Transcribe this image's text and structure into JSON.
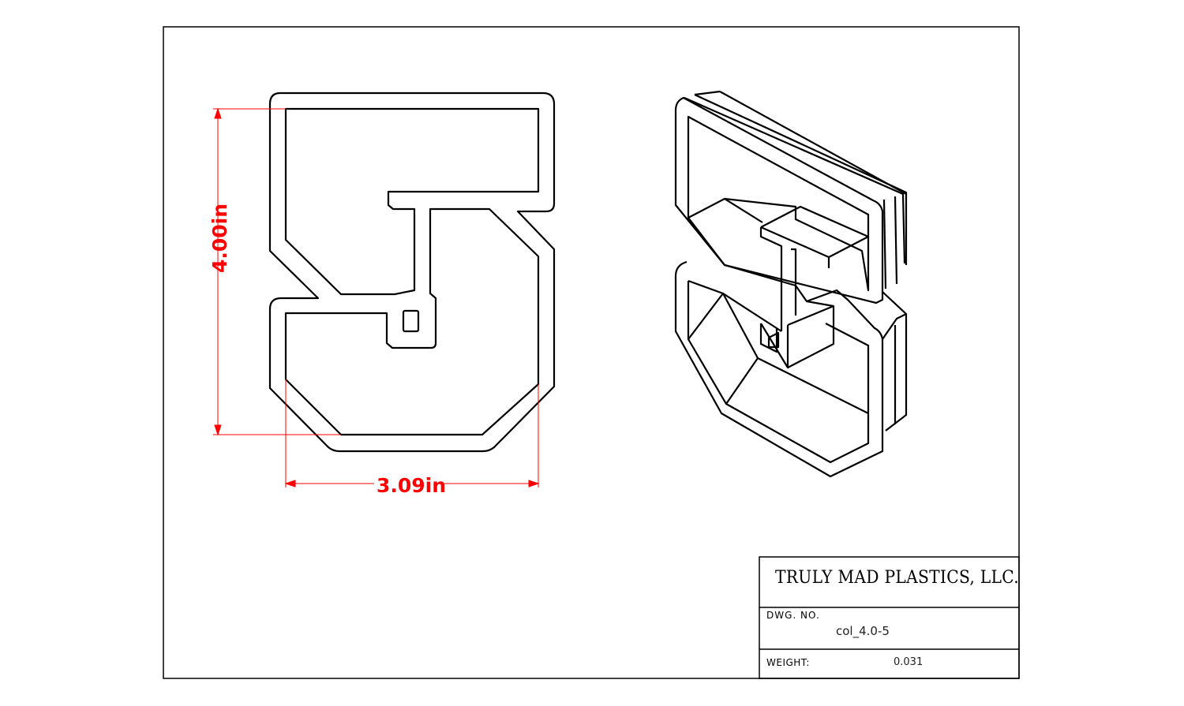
{
  "title_block": {
    "company": "TRULY MAD PLASTICS, LLC.",
    "dwg_no_label": "DWG. NO.",
    "dwg_no_value": "col_4.0-5",
    "weight_label": "WEIGHT:",
    "weight_value": "0.031"
  },
  "dimensions": {
    "height": "4.00in",
    "width": "3.09in"
  },
  "colors": {
    "line": "#000000",
    "dimension": "#ff0000",
    "background": "#ffffff"
  }
}
